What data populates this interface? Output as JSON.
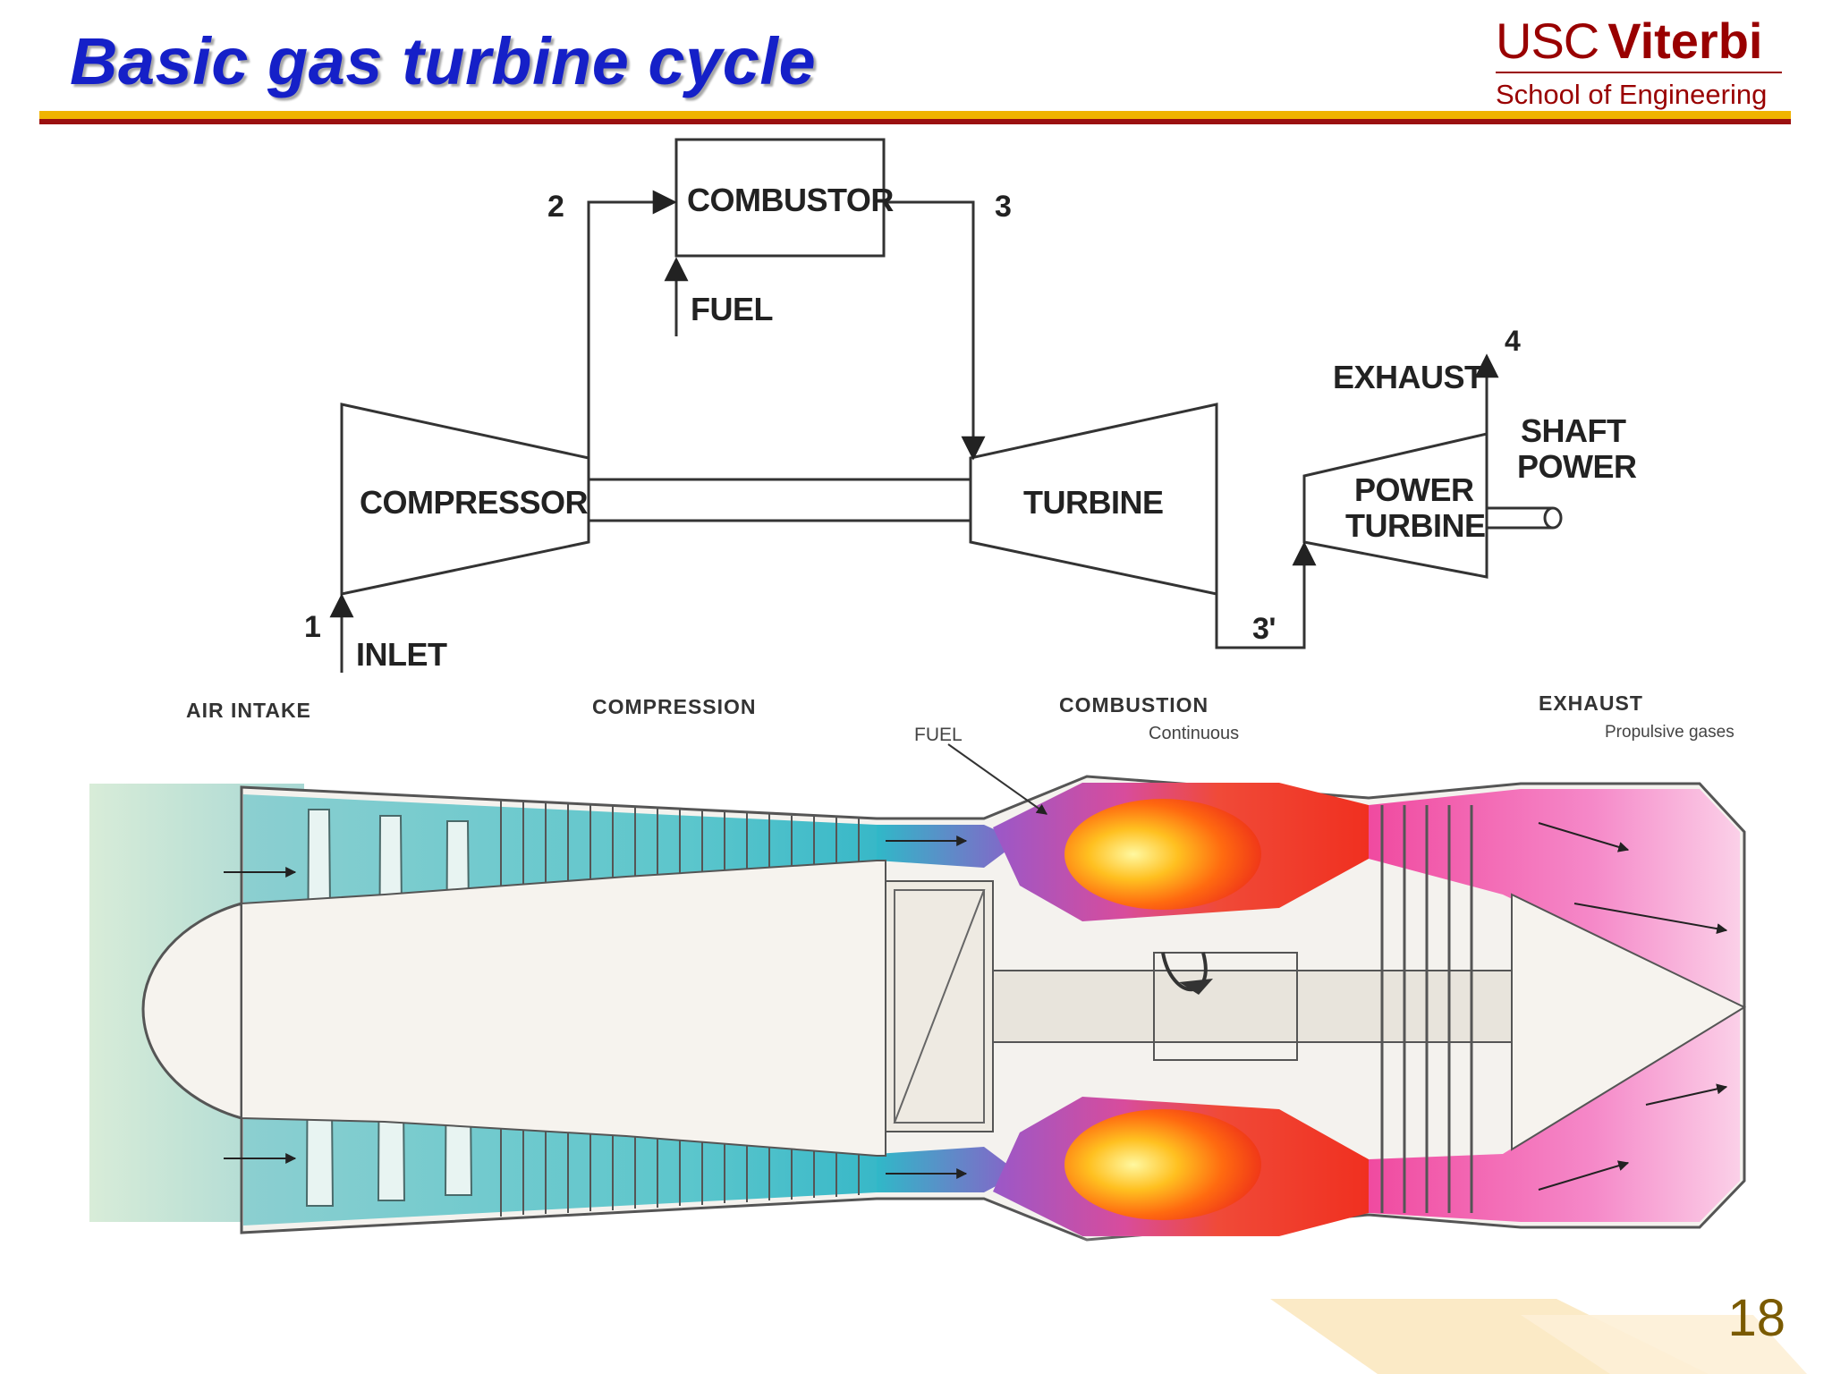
{
  "slide": {
    "title": "Basic gas turbine cycle",
    "logo_usc": "USC",
    "logo_viterbi": "Viterbi",
    "logo_school": "School of Engineering",
    "page_number": "18"
  },
  "cycle_diagram": {
    "combustor": "COMBUSTOR",
    "fuel": "FUEL",
    "compressor": "COMPRESSOR",
    "turbine": "TURBINE",
    "power_turbine_line1": "POWER",
    "power_turbine_line2": "TURBINE",
    "exhaust": "EXHAUST",
    "shaft_power_line1": "SHAFT",
    "shaft_power_line2": "POWER",
    "inlet": "INLET",
    "station_1": "1",
    "station_2": "2",
    "station_3": "3",
    "station_3p": "3'",
    "station_4": "4"
  },
  "engine_diagram": {
    "air_intake": "AIR INTAKE",
    "compression": "COMPRESSION",
    "combustion": "COMBUSTION",
    "combustion_sub": "Continuous",
    "fuel": "FUEL",
    "exhaust": "EXHAUST",
    "exhaust_sub": "Propulsive gases"
  }
}
